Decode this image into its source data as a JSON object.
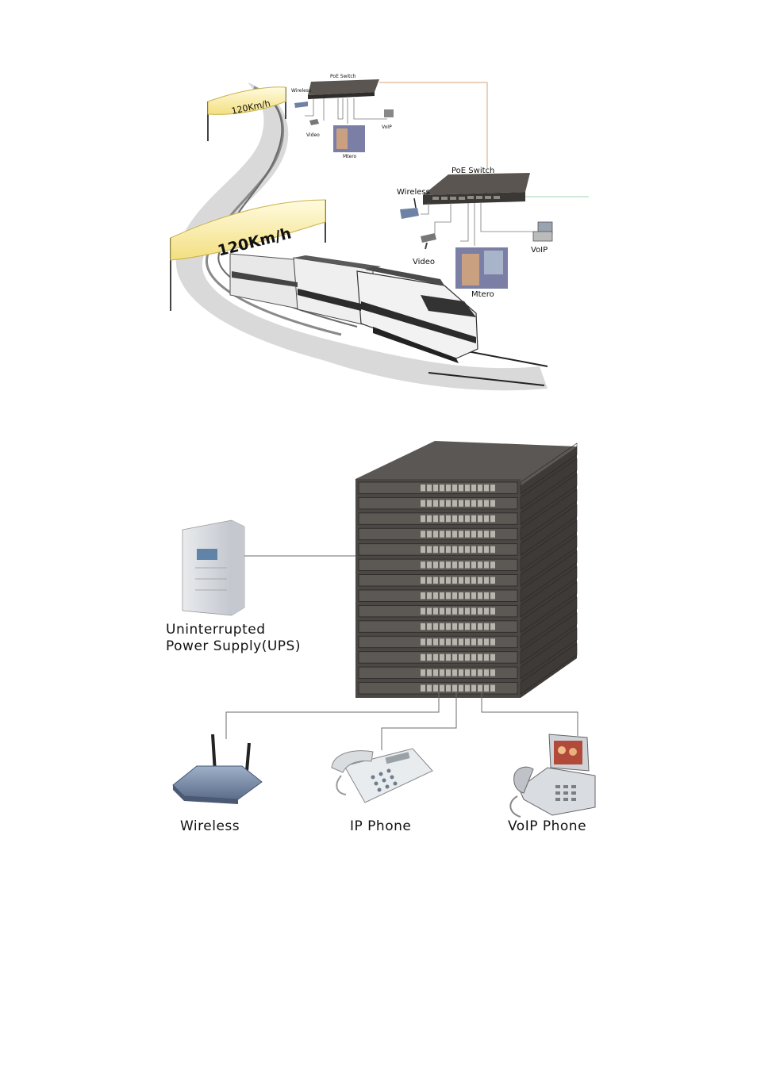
{
  "train_diagram": {
    "speed_sign_small": "120Km/h",
    "speed_sign_large": "120Km/h",
    "upper_cluster": {
      "switch_label": "PoE Switch",
      "wireless_label": "Wireless",
      "video_label": "Video",
      "voip_label": "VoIP",
      "metro_label": "Mtero"
    },
    "lower_cluster": {
      "switch_label": "PoE Switch",
      "wireless_label": "Wireless",
      "video_label": "Video",
      "voip_label": "VoIP",
      "metro_label": "Mtero"
    }
  },
  "stack_diagram": {
    "ups_label_line1": "Uninterrupted",
    "ups_label_line2": "Power Supply(UPS)",
    "wireless_label": "Wireless",
    "ip_phone_label": "IP Phone",
    "voip_phone_label": "VoIP Phone",
    "switch_stack_units": 14
  },
  "colors": {
    "switch_body": "#4a4744",
    "sign_yellow": "#f7eca0",
    "track_grey": "#c9c9c9",
    "link_orange": "#d9a27a",
    "link_green": "#9fd4b5",
    "link_grey": "#6b6b6b"
  }
}
